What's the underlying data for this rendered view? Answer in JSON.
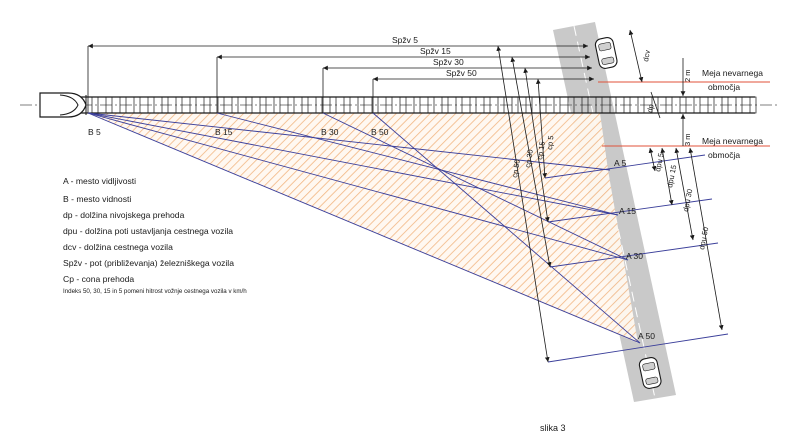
{
  "diagram": {
    "caption": "slika 3",
    "boundary_labels": {
      "top": [
        "Meja nevarnega",
        "območja"
      ],
      "bottom": [
        "Meja nevarnega",
        "območja"
      ]
    },
    "distance_labels": {
      "top_2m": "2 m",
      "right_3m": "3 m",
      "dp": "dp",
      "dcv": "dcv"
    },
    "b_points": [
      "B 5",
      "B 15",
      "B 30",
      "B 50"
    ],
    "a_points": [
      "A 5",
      "A 15",
      "A 30",
      "A 50"
    ],
    "sp_lines": [
      "Spžv 5",
      "Spžv 15",
      "Spžv 30",
      "Spžv 50"
    ],
    "cp_labels": [
      "cp 50",
      "cp 30",
      "cp 15",
      "cp 5"
    ],
    "dpu_labels": [
      "dpu 5",
      "dpu 15",
      "dpu 30",
      "dpu 50"
    ],
    "legend": {
      "items": [
        "A - mesto vidljivosti",
        "B - mesto vidnosti",
        "dp - dolžina nivojskega prehoda",
        "dpu - dolžina poti ustavljanja cestnega vozila",
        "dcv - dolžina cestnega vozila",
        "Spžv - pot (približevanja) železniškega vozila",
        "Cp - cona prehoda"
      ],
      "note": "Indeks 50, 30, 15 in 5 pomeni hitrost vožnje cestnega vozila v km/h"
    },
    "colors": {
      "road": "#c9c9c9",
      "hatch": "#f1b27c",
      "sight_lines": "#3b3f9a",
      "danger_boundary": "#e0523a",
      "rail": "#1a1a1a"
    }
  }
}
